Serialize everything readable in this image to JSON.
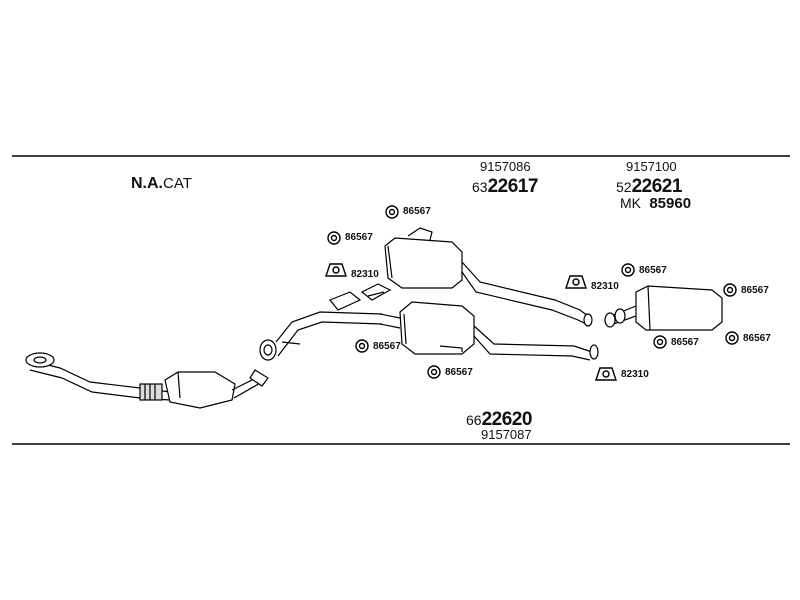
{
  "variant_label": {
    "main": "N.A.",
    "suffix": "CAT"
  },
  "assemblies": {
    "front_muffler": {
      "ref": "9157086",
      "prefix": "63",
      "number": "22617"
    },
    "rear_muffler": {
      "ref": "9157100",
      "prefix": "52",
      "number": "22621"
    },
    "mount_kit": {
      "prefix": "MK",
      "number": "85960"
    },
    "middle_assembly": {
      "ref": "9157087",
      "prefix": "66",
      "number": "22620"
    }
  },
  "callouts": {
    "rubber_mount": "86567",
    "clamp": "82310"
  },
  "colors": {
    "line": "#000000",
    "background": "#ffffff"
  }
}
